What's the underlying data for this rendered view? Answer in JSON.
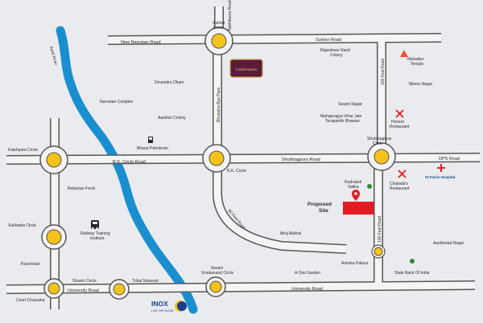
{
  "map": {
    "roads": {
      "new_navratan": "New Navratan Road",
      "sukher_top": "Sukher Road",
      "nathdwara": "Nathdwara Road",
      "rk_circle_road": "R.K. Circle Road",
      "shubhagpura_road": "Shubhagpura Road",
      "dps_road": "DPS Road",
      "bhuwana_bypass": "Bhuwana Bye Pass",
      "feet_road_100_top": "100 Feet Road",
      "feet_road_100_bottom": "100 Feet Road",
      "feet_road_60": "60 Feet Road",
      "university_left": "University Road",
      "university_right": "University Road",
      "kalaji_road": "Ayad River"
    },
    "circles": {
      "sukher": "Sukher Circle",
      "rk": "R.K. Circle",
      "shubhagpura": "Shubhagpura Circle",
      "fatehpura": "Fatehpura Circle",
      "sukhadia": "Sukhadia Circle",
      "court": "Court Chauraha",
      "shastri": "Shastri Circle",
      "swami_vivekanand": "Swami Vivekanand Circle"
    },
    "places": {
      "devendra_dham": "Devendra Dham",
      "navratan_complex": "Navratan Complex",
      "aashish_colony": "Aashish Colony",
      "bharat_petroleum": "Bharat Petroleum",
      "rebanue_fresh": "Rebanue Fresh",
      "railway_training": "Railway Training Institute",
      "panchwati": "Panchwati",
      "tribal_museum": "Tribal Museum",
      "rajeshwar_nand": "Rajeshwar Nand Colony",
      "swami_nagar": "Swami Nagar",
      "mahapragya": "Mahapragya Vihar Jain Terapanthi Bhawan",
      "mahadev_temple": "Mahadev Temple",
      "meera_nagar": "Meera Nagar",
      "honest_restaurant": "Honest Restaurant",
      "chawala_restaurant": "Chawala's Restaurant",
      "rudraksh_vatika": "Rudraksh Vatika",
      "proposed_site": "Proposed Site",
      "mraj_mathai": "Mraj Mathai",
      "a_one_garden": "A One Garden",
      "ashoka_palace": "Ashoka Palace",
      "state_bank": "State Bank Of India",
      "aashirwad_nagar": "Aashirwad Nagar",
      "celebration_mall": "Celebration Mall",
      "inox": "INOX",
      "inox_tagline": "LIVE THE MOVIE",
      "st_farris": "St.Farris Hospital"
    },
    "colors": {
      "road_fill": "#f4f4f6",
      "road_edge": "#555555",
      "river": "#1a8fcf",
      "circle": "#f3c21b",
      "site": "#e51b24"
    }
  }
}
